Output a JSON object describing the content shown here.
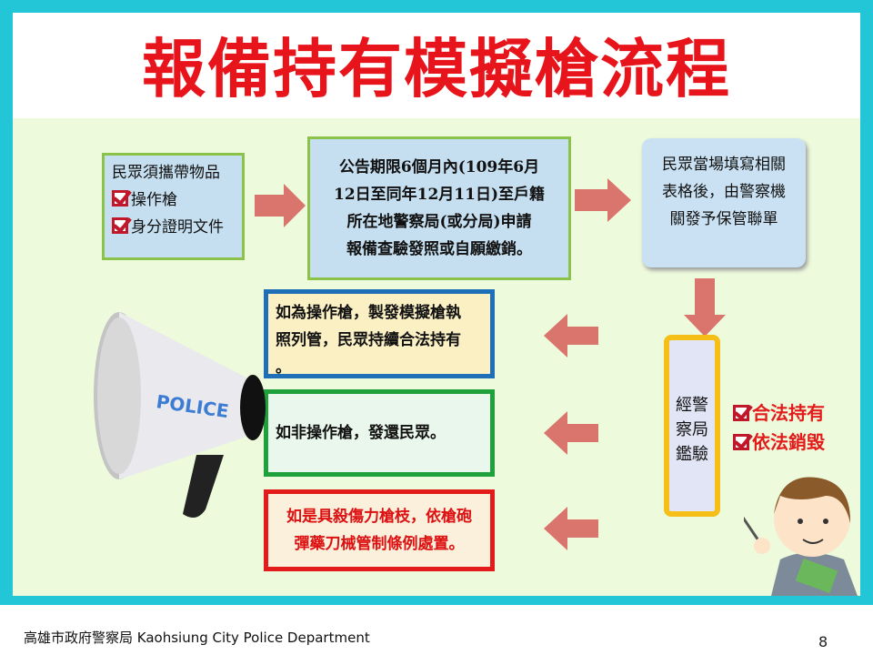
{
  "title": "報備持有模擬槍流程",
  "step1": {
    "heading": "民眾須攜帶物品",
    "items": [
      "操作槍",
      "身分證明文件"
    ]
  },
  "step2": {
    "lines": [
      "公告期限6個月內(109年6月",
      "12日至同年12月11日)至戶籍",
      "所在地警察局(或分局)申請",
      "報備查驗發照或自願繳銷。"
    ]
  },
  "step3": {
    "lines": [
      "民眾當場填寫相關",
      "表格後，由警察機",
      "關發予保管聯單"
    ]
  },
  "inspection": {
    "lines": [
      "經警",
      "察局",
      "鑑驗"
    ]
  },
  "results": [
    "合法持有",
    "依法銷毀"
  ],
  "outcome1": {
    "lines": [
      "如為操作槍，製發模擬槍執",
      "照列管，民眾持續合法持有",
      "。"
    ]
  },
  "outcome2": {
    "text": "如非操作槍，發還民眾。"
  },
  "outcome3": {
    "lines": [
      "如是具殺傷力槍枝，依槍砲",
      "彈藥刀械管制條例處置。"
    ]
  },
  "megaphone_label": "POLICE",
  "footer": "高雄市政府警察局  Kaohsiung City Police Department",
  "page_number": "8",
  "colors": {
    "title": "#e8141b",
    "frame": "#22c6d6",
    "background": "#eefadc",
    "arrow": "#d9756c"
  }
}
